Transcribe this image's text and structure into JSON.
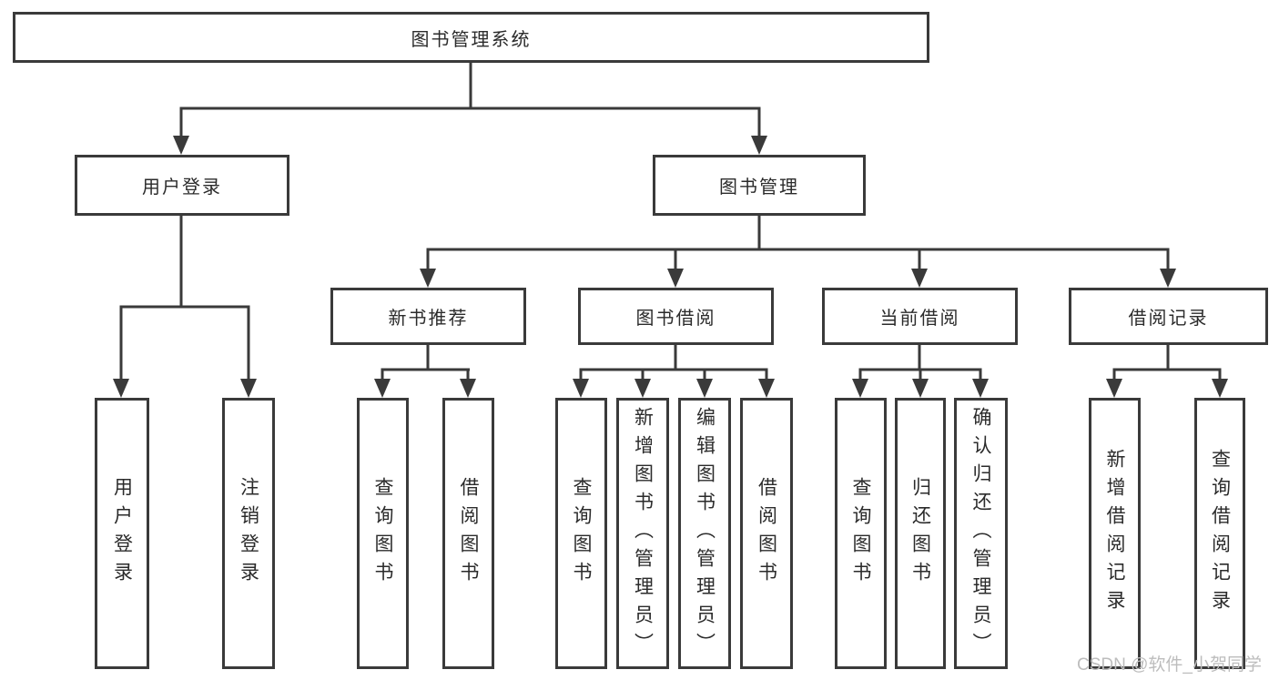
{
  "diagram": {
    "root": {
      "label": "图书管理系统"
    },
    "level2": {
      "user_login": {
        "label": "用户登录"
      },
      "book_mgmt": {
        "label": "图书管理"
      }
    },
    "level3": {
      "new_book": {
        "label": "新书推荐"
      },
      "book_borrow": {
        "label": "图书借阅"
      },
      "current_borrow": {
        "label": "当前借阅"
      },
      "borrow_record": {
        "label": "借阅记录"
      }
    },
    "leaves": {
      "user_login": [
        "用户登录",
        "注销登录"
      ],
      "new_book": [
        "查询图书",
        "借阅图书"
      ],
      "book_borrow": [
        "查询图书",
        "新增图书（管理员）",
        "编辑图书（管理员）",
        "借阅图书"
      ],
      "current_borrow": [
        "查询图书",
        "归还图书",
        "确认归还（管理员）"
      ],
      "borrow_record": [
        "新增借阅记录",
        "查询借阅记录"
      ]
    },
    "colors": {
      "line": "#3a3a3a",
      "text": "#2b2b2b",
      "background": "#ffffff"
    }
  },
  "watermark": {
    "text": "CSDN @软件_小贺同学",
    "color": "#bdbdbd"
  }
}
